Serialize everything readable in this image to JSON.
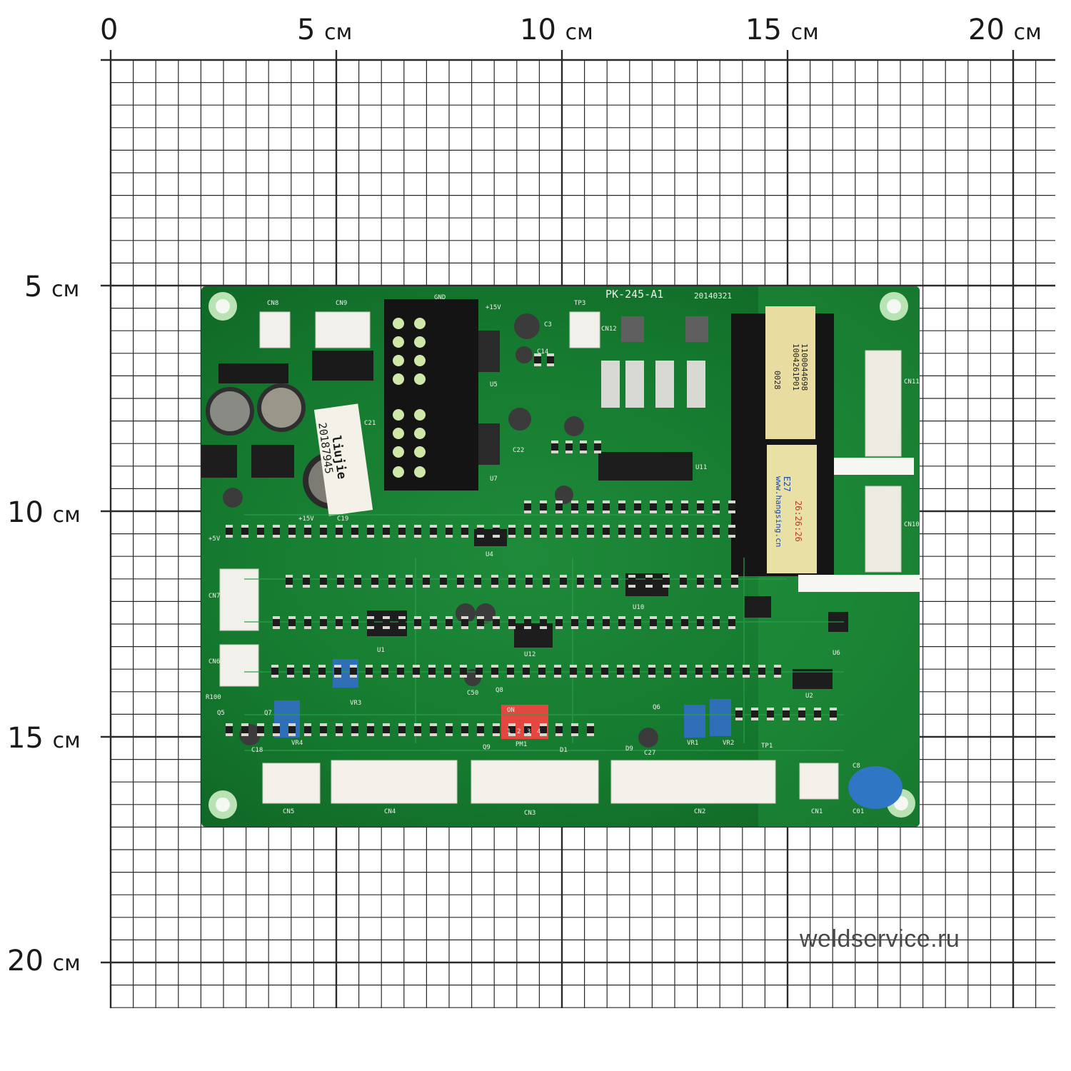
{
  "ruler": {
    "unit": "см",
    "top_labels": [
      {
        "num": "0",
        "unit": ""
      },
      {
        "num": "5",
        "unit": "см"
      },
      {
        "num": "10",
        "unit": "см"
      },
      {
        "num": "15",
        "unit": "см"
      },
      {
        "num": "20",
        "unit": "см"
      }
    ],
    "left_labels": [
      {
        "num": "5",
        "unit": "см"
      },
      {
        "num": "10",
        "unit": "см"
      },
      {
        "num": "15",
        "unit": "см"
      },
      {
        "num": "20",
        "unit": "см"
      }
    ]
  },
  "board": {
    "model": "PK-245-A1",
    "date_code": "20140321",
    "sticker_lines": [
      "liujie",
      "20187945"
    ],
    "transformer_1": [
      "1100044698",
      "1004261P01",
      "0028"
    ],
    "transformer_2": [
      "E27",
      "26:26:26",
      "www.hangsing.cn"
    ],
    "dip_switch": {
      "label": "ON",
      "positions": [
        "1",
        "2",
        "3",
        "4"
      ],
      "name": "PM1"
    },
    "connectors": [
      "CN8",
      "CN9",
      "CN7",
      "CN6",
      "CN5",
      "CN4",
      "CN3",
      "CN2",
      "CN1",
      "CN11",
      "CN10",
      "CN12"
    ],
    "component_labels": [
      "GND",
      "+15V",
      "TP3",
      "U5",
      "U7",
      "U11",
      "U1",
      "U12",
      "U10",
      "U2",
      "U6",
      "U4",
      "VR1",
      "VR2",
      "VR3",
      "VR4",
      "C19",
      "C21",
      "C3",
      "C14",
      "C22",
      "C18",
      "C27",
      "C50",
      "R100",
      "Q5",
      "Q6",
      "Q7",
      "Q8",
      "Q9",
      "D1",
      "D9",
      "+5V",
      "+15V",
      "TP1",
      "C01",
      "C8"
    ]
  },
  "watermark": "weldservice.ru"
}
